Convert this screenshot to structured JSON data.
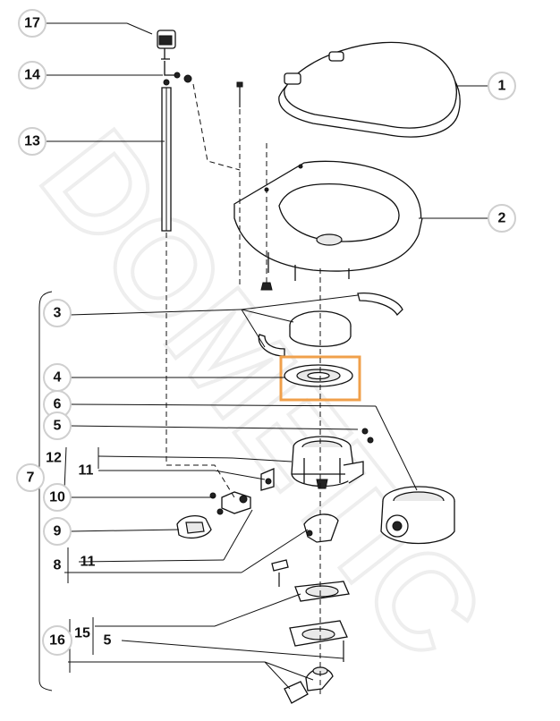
{
  "diagram": {
    "watermark": "DOMETIC",
    "highlight_color": "#f0a04b",
    "callouts": [
      "17",
      "14",
      "13",
      "1",
      "2",
      "3",
      "4",
      "6",
      "5",
      "12",
      "11",
      "7",
      "10",
      "9",
      "11",
      "8",
      "16",
      "15",
      "5"
    ]
  }
}
